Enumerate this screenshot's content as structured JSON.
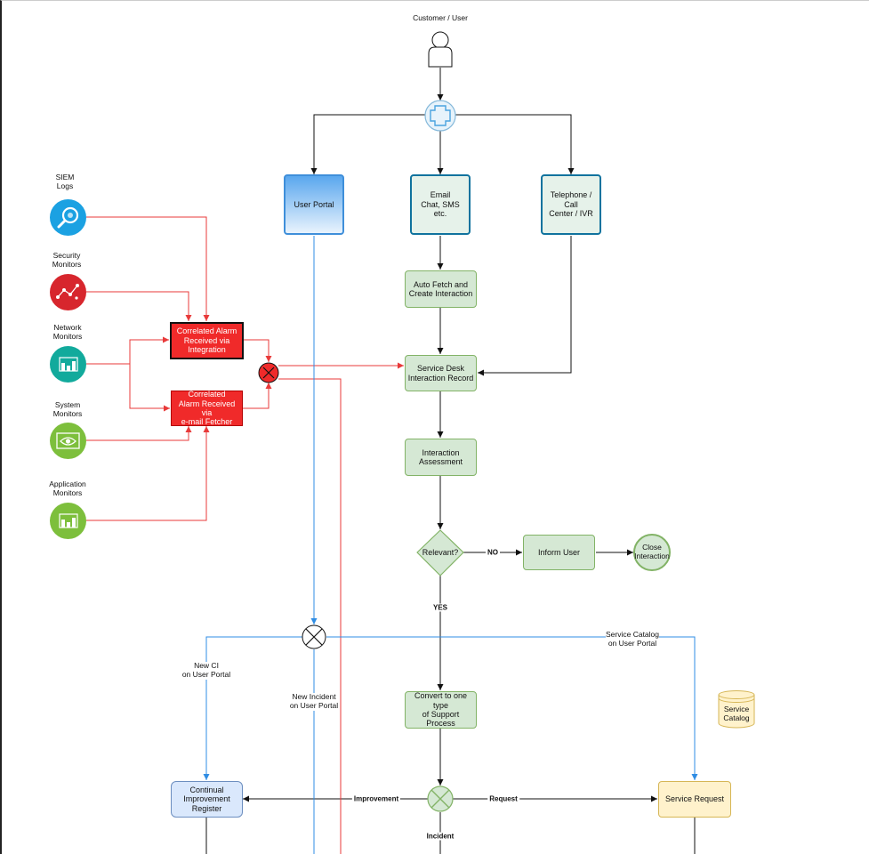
{
  "actor": {
    "label": "Customer / User"
  },
  "channels": {
    "portal": "User Portal",
    "email": "Email\nChat, SMS etc.",
    "phone": "Telephone / Call\nCenter / IVR"
  },
  "process": {
    "auto_fetch": "Auto Fetch and\nCreate Interaction",
    "interaction_record": "Service Desk\nInteraction Record",
    "assessment": "Interaction\nAssessment",
    "relevant": "Relevant?",
    "inform_user": "Inform User",
    "close_interaction": "Close\nInteraction",
    "convert": "Convert to one type\nof Support Process",
    "continual_improvement": "Continual\nImprovement\nRegister",
    "service_request": "Service Request",
    "service_catalog": "Service\nCatalog"
  },
  "monitors": [
    {
      "label": "SIEM\nLogs",
      "icon": "magnifier-icon",
      "color": "#1ba1e2"
    },
    {
      "label": "Security\nMonitors",
      "icon": "network-graph-icon",
      "color": "#d7262d"
    },
    {
      "label": "Network\nMonitors",
      "icon": "bar-chart-icon",
      "color": "#12aa9c"
    },
    {
      "label": "System\nMonitors",
      "icon": "eye-icon",
      "color": "#7dbf3c"
    },
    {
      "label": "Application\nMonitors",
      "icon": "bar-chart-icon",
      "color": "#7dbf3c"
    }
  ],
  "alarms": {
    "integration": "Correlated Alarm\nReceived via\nIntegration",
    "email_fetcher": "Correlated\nAlarm Received via\ne-mail Fetcher"
  },
  "edge_labels": {
    "no": "NO",
    "yes": "YES",
    "improvement": "Improvement",
    "request": "Request",
    "incident": "Incident",
    "new_ci": "New CI\non User Portal",
    "new_incident": "New Incident\non User Portal",
    "catalog_portal": "Service Catalog\non User Portal"
  },
  "colors": {
    "green_fill": "#d5e8d4",
    "green_stroke": "#82b366",
    "red_flow": "#e83a3a",
    "blue_flow": "#2f8de4",
    "alarm_fill": "#f02a2a"
  }
}
